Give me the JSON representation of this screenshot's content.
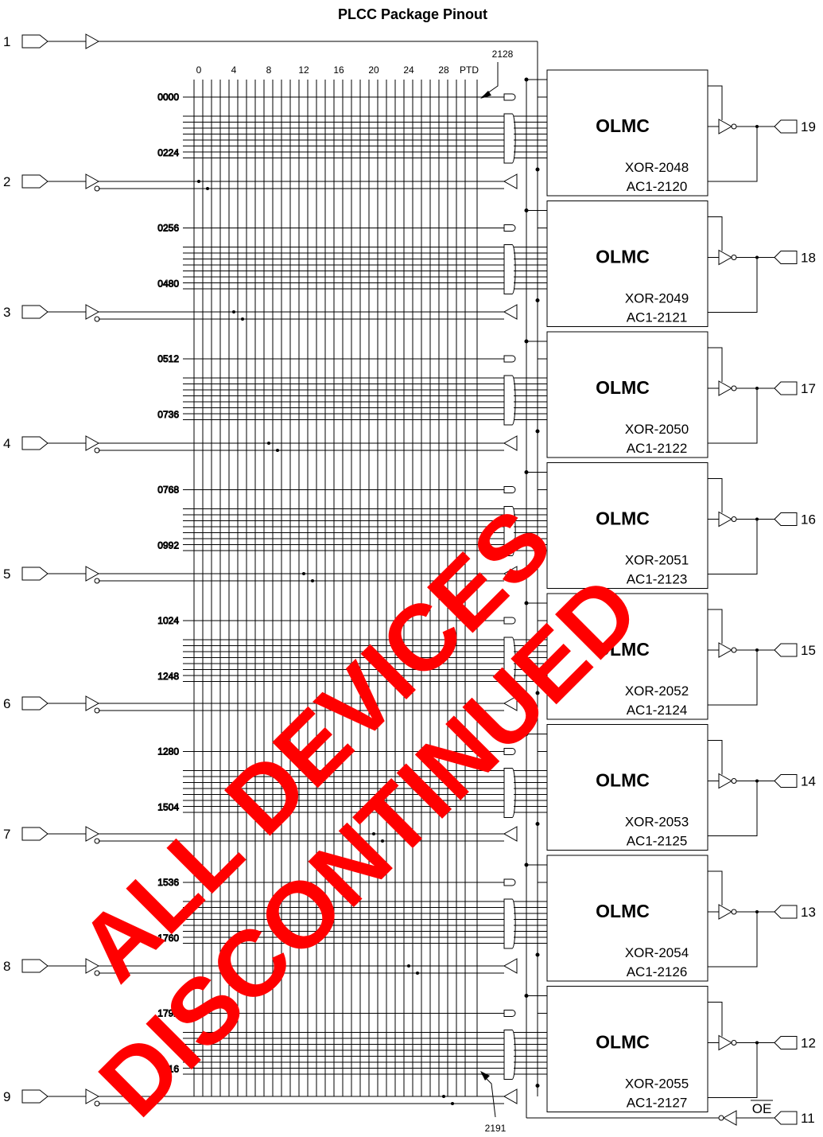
{
  "title": "PLCC Package Pinout",
  "input_pins": [
    "1",
    "2",
    "3",
    "4",
    "5",
    "6",
    "7",
    "8",
    "9"
  ],
  "column_labels": [
    "0",
    "4",
    "8",
    "12",
    "16",
    "20",
    "24",
    "28",
    "PTD"
  ],
  "top_ref": "2128",
  "bottom_ref": "2191",
  "row_labels": [
    [
      "0000",
      "0224"
    ],
    [
      "0256",
      "0480"
    ],
    [
      "0512",
      "0736"
    ],
    [
      "0768",
      "0992"
    ],
    [
      "1024",
      "1248"
    ],
    [
      "1280",
      "1504"
    ],
    [
      "1536",
      "1760"
    ],
    [
      "1792",
      "2016"
    ]
  ],
  "olmc": [
    {
      "label": "OLMC",
      "xor": "XOR-2048",
      "ac1": "AC1-2120",
      "pin": "19"
    },
    {
      "label": "OLMC",
      "xor": "XOR-2049",
      "ac1": "AC1-2121",
      "pin": "18"
    },
    {
      "label": "OLMC",
      "xor": "XOR-2050",
      "ac1": "AC1-2122",
      "pin": "17"
    },
    {
      "label": "OLMC",
      "xor": "XOR-2051",
      "ac1": "AC1-2123",
      "pin": "16"
    },
    {
      "label": "OLMC",
      "xor": "XOR-2052",
      "ac1": "AC1-2124",
      "pin": "15"
    },
    {
      "label": "OLMC",
      "xor": "XOR-2053",
      "ac1": "AC1-2125",
      "pin": "14"
    },
    {
      "label": "OLMC",
      "xor": "XOR-2054",
      "ac1": "AC1-2126",
      "pin": "13"
    },
    {
      "label": "OLMC",
      "xor": "XOR-2055",
      "ac1": "AC1-2127",
      "pin": "12"
    }
  ],
  "oe_label": "OE",
  "oe_pin": "11",
  "watermark": {
    "line1": "ALL DEVICES",
    "line2": "DISCONTINUED",
    "color": "#ff0000"
  }
}
